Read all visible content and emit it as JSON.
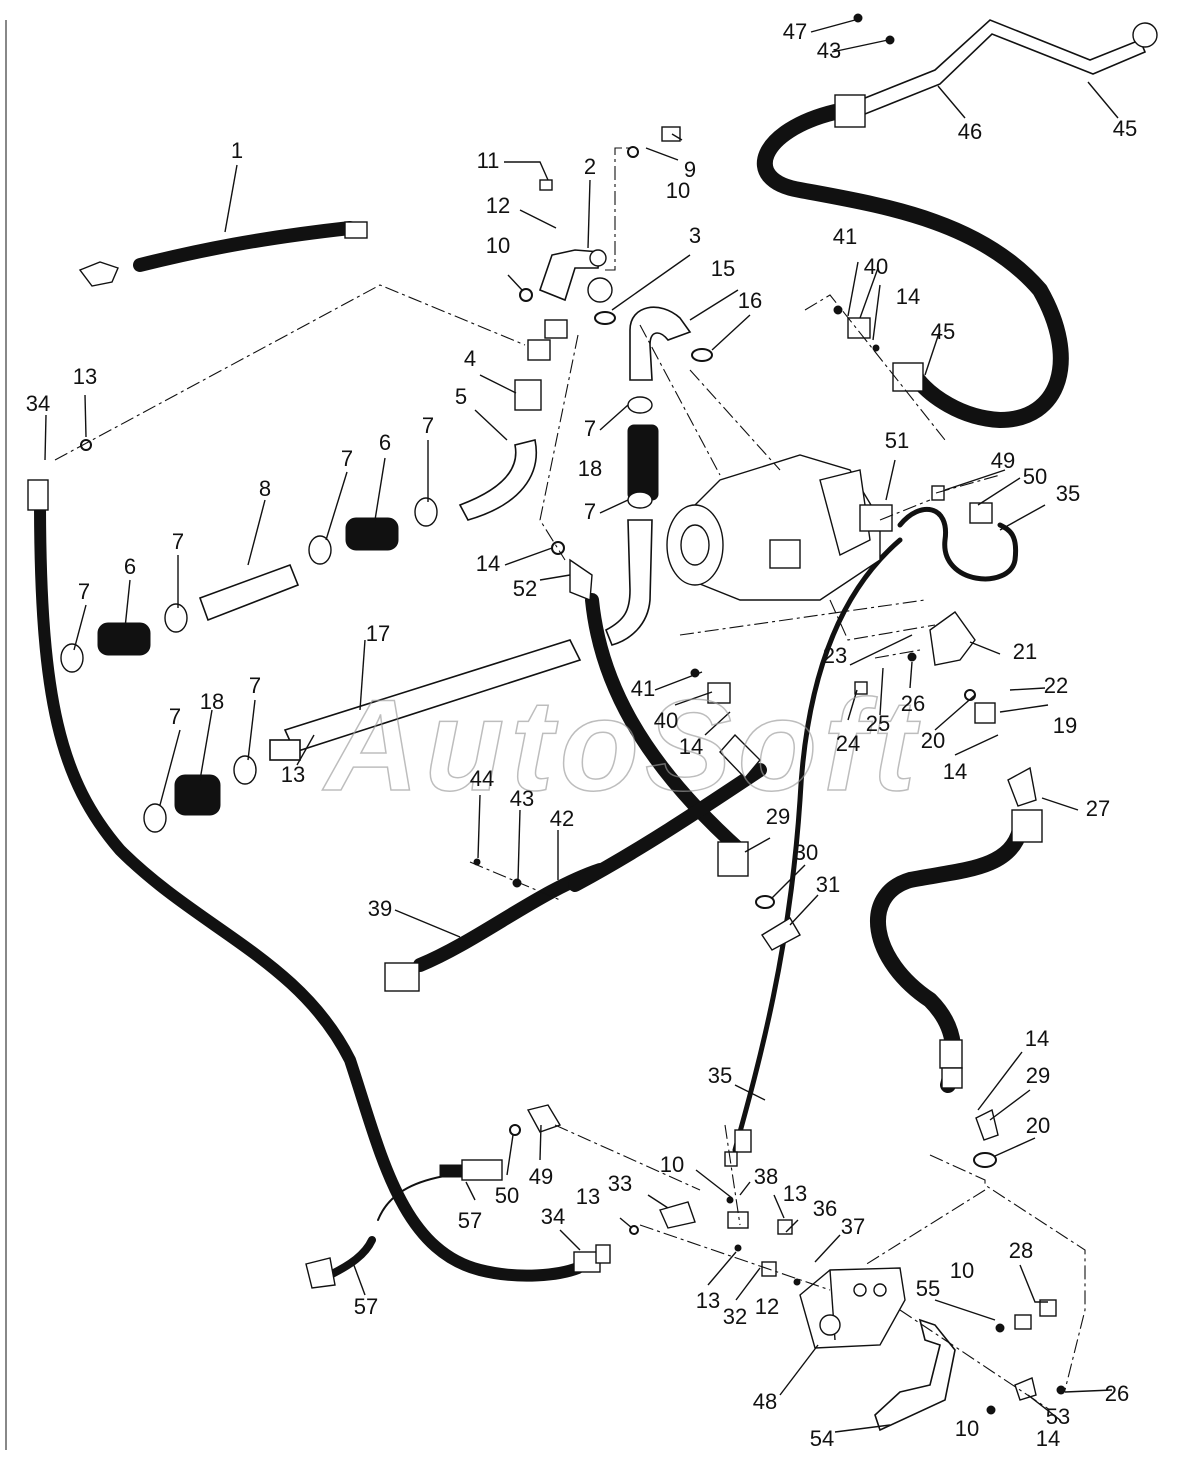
{
  "watermark": "AutoSoft",
  "callouts": [
    "1",
    "2",
    "3",
    "4",
    "5",
    "6",
    "6",
    "7",
    "7",
    "7",
    "7",
    "7",
    "7",
    "7",
    "7",
    "8",
    "9",
    "10",
    "10",
    "10",
    "10",
    "10",
    "11",
    "12",
    "12",
    "13",
    "13",
    "13",
    "13",
    "13",
    "14",
    "14",
    "14",
    "14",
    "14",
    "14",
    "15",
    "16",
    "17",
    "18",
    "18",
    "19",
    "20",
    "20",
    "21",
    "22",
    "23",
    "24",
    "25",
    "26",
    "26",
    "27",
    "28",
    "29",
    "29",
    "30",
    "31",
    "32",
    "33",
    "34",
    "34",
    "35",
    "35",
    "36",
    "37",
    "38",
    "39",
    "40",
    "40",
    "41",
    "41",
    "42",
    "43",
    "43",
    "44",
    "45",
    "45",
    "46",
    "47",
    "48",
    "49",
    "49",
    "50",
    "50",
    "51",
    "52",
    "53",
    "54",
    "55",
    "57",
    "57"
  ]
}
